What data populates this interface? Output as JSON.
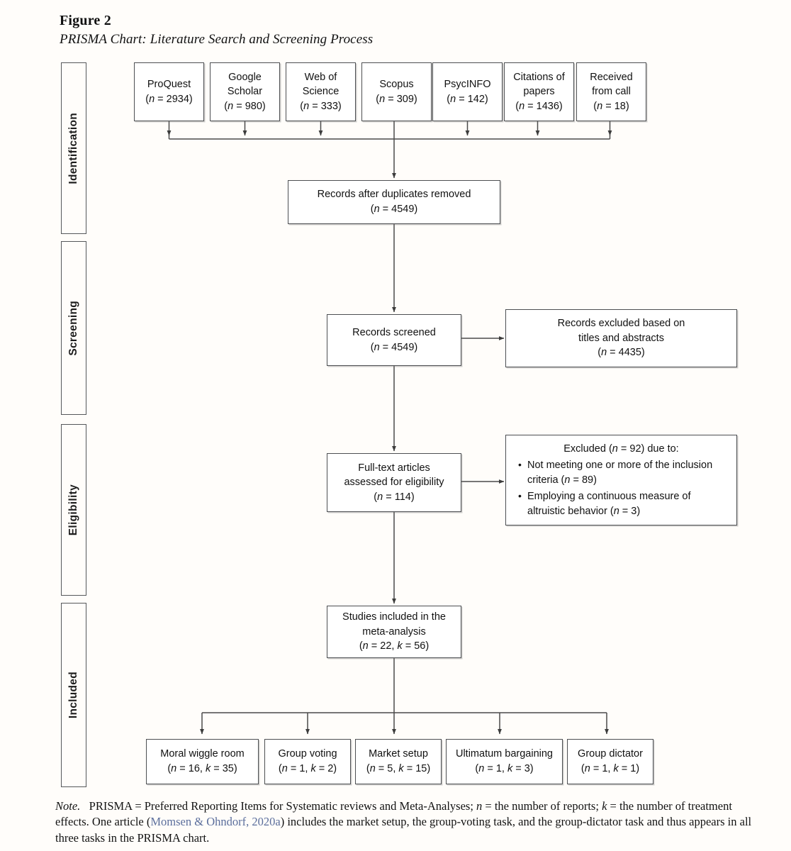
{
  "figure": {
    "number": "Figure 2",
    "title": "PRISMA Chart: Literature Search and Screening Process"
  },
  "stages": [
    {
      "label": "Identification"
    },
    {
      "label": "Screening"
    },
    {
      "label": "Eligibility"
    },
    {
      "label": "Included"
    }
  ],
  "sources": [
    {
      "name": "ProQuest",
      "count": "(n = 2934)"
    },
    {
      "name": "Google\nScholar",
      "line1": "Google",
      "line2": "Scholar",
      "count": "(n = 980)"
    },
    {
      "name": "Web of\nScience",
      "line1": "Web of",
      "line2": "Science",
      "count": "(n = 333)"
    },
    {
      "name": "Scopus",
      "count": "(n = 309)"
    },
    {
      "name": "PsycINFO",
      "count": "(n = 142)"
    },
    {
      "name": "Citations of\npapers",
      "line1": "Citations of",
      "line2": "papers",
      "count": "(n = 1436)"
    },
    {
      "name": "Received\nfrom call",
      "line1": "Received",
      "line2": "from call",
      "count": "(n = 18)"
    }
  ],
  "flow": {
    "duplicates": {
      "line1": "Records after duplicates removed",
      "count": "(n = 4549)"
    },
    "screened": {
      "line1": "Records screened",
      "count": "(n = 4549)"
    },
    "excluded_screen": {
      "line1": "Records excluded based on",
      "line2": "titles and abstracts",
      "count": "(n = 4435)"
    },
    "fulltext": {
      "line1": "Full-text articles",
      "line2": "assessed for eligibility",
      "count": "(n = 114)"
    },
    "excluded_eligible": {
      "head_pre": "Excluded (",
      "head_n": "n",
      "head_post": " = 92) due to:",
      "bullets": [
        "Not meeting one or more of the inclusion criteria (n = 89)",
        "Employing a continuous measure of altruistic behavior (n = 3)"
      ],
      "bullet1_pre": "Not meeting one or more of the inclusion criteria (",
      "bullet1_post": " = 89)",
      "bullet2_pre": "Employing a continuous measure of altruistic behavior (",
      "bullet2_post": " = 3)"
    },
    "included": {
      "line1": "Studies included in the",
      "line2": "meta-analysis",
      "count": "(n = 22, k = 56)"
    }
  },
  "tasks": [
    {
      "name": "Moral wiggle room",
      "count": "(n = 16, k = 35)"
    },
    {
      "name": "Group voting",
      "count": "(n = 1, k = 2)"
    },
    {
      "name": "Market setup",
      "count": "(n = 5, k = 15)"
    },
    {
      "name": "Ultimatum bargaining",
      "count": "(n = 1, k = 3)"
    },
    {
      "name": "Group dictator",
      "count": "(n = 1, k = 1)"
    }
  ],
  "note": {
    "label": "Note.",
    "text_1": "PRISMA = Preferred Reporting Items for Systematic reviews and Meta-Analyses; ",
    "n_sym": "n",
    "text_2": " = the number of reports; ",
    "k_sym": "k",
    "text_3": " = the number of treatment effects. One article (",
    "citation": "Momsen & Ohndorf, 2020a",
    "text_4": ") includes the market setup, the group-voting task, and the group-dictator task and thus appears in all three tasks in the PRISMA chart."
  },
  "colors": {
    "page_background": "#fffdfa",
    "box_border": "#4d4f52",
    "box_fill": "#ffffff",
    "connector": "#4a4a4a",
    "text": "#111111",
    "citation_link": "#5b6e9c"
  }
}
